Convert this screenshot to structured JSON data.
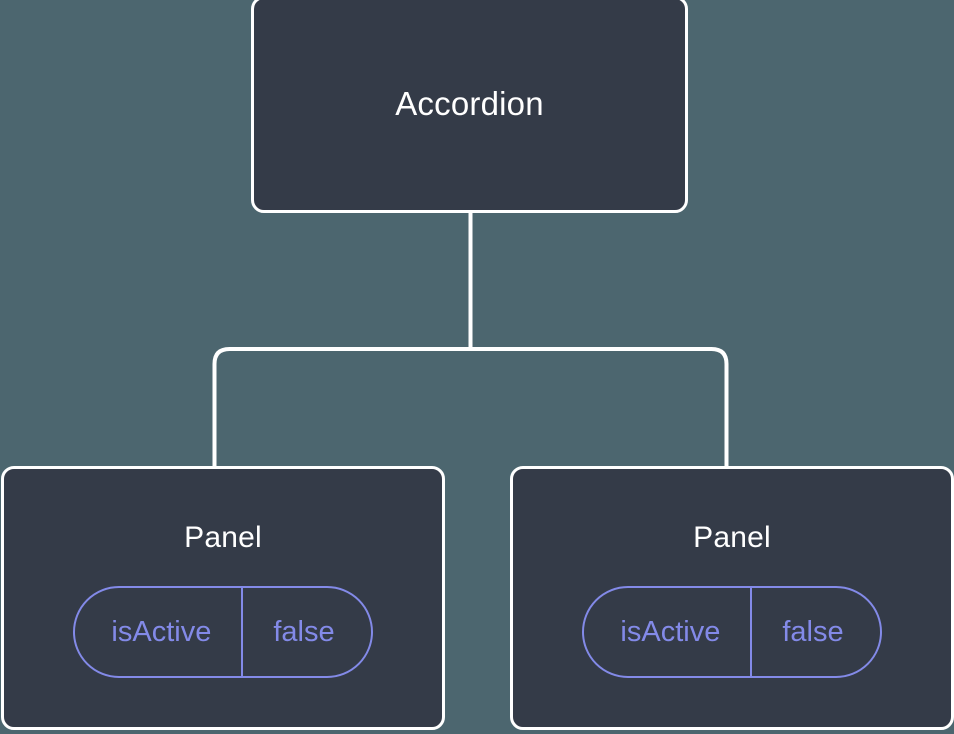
{
  "diagram": {
    "type": "component-tree",
    "background_color": "#4c666f",
    "node_fill_color": "#343b48",
    "node_border_color": "#ffffff",
    "connector_color": "#ffffff",
    "accent_color": "#838ae8",
    "root": {
      "label": "Accordion"
    },
    "children": [
      {
        "label": "Panel",
        "state": {
          "key": "isActive",
          "value": "false"
        }
      },
      {
        "label": "Panel",
        "state": {
          "key": "isActive",
          "value": "false"
        }
      }
    ]
  }
}
